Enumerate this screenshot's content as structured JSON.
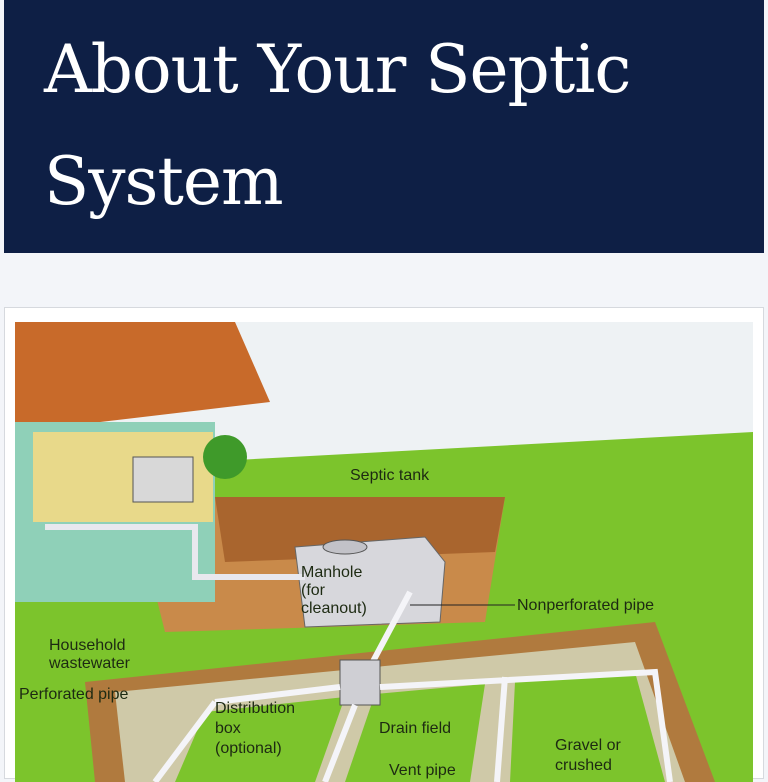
{
  "header": {
    "title_line1": "About Your Septic",
    "title_line2": "System"
  },
  "diagram": {
    "labels": {
      "septic_tank": "Septic tank",
      "manhole_1": "Manhole",
      "manhole_2": "(for",
      "manhole_3": "cleanout)",
      "nonperforated_pipe": "Nonperforated pipe",
      "household_1": "Household",
      "household_2": "wastewater",
      "perforated_pipe": "Perforated pipe",
      "distribution_1": "Distribution",
      "distribution_2": "box",
      "distribution_3": "(optional)",
      "drain_field": "Drain field",
      "vent_pipe": "Vent pipe",
      "gravel_1": "Gravel or",
      "gravel_2": "crushed"
    },
    "colors": {
      "grass": "#7cc42c",
      "soil": "#c98a4a",
      "sky": "#eef2f4",
      "navy": "#0e1f45"
    }
  }
}
